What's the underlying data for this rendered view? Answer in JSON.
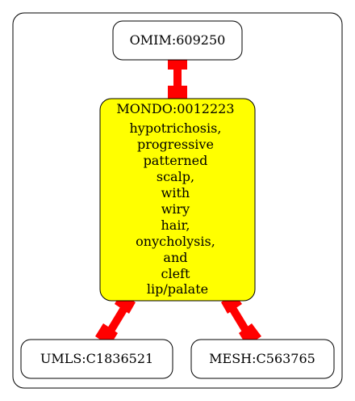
{
  "graph": {
    "top_node": {
      "label": "OMIM:609250"
    },
    "center_node": {
      "label_lines": [
        "MONDO:0012223",
        "hypotrichosis,",
        "progressive",
        "patterned",
        "scalp,",
        "with",
        "wiry",
        "hair,",
        "onycholysis,",
        "and",
        "cleft",
        "lip/palate"
      ],
      "fill": "#ffff00"
    },
    "bottom_left_node": {
      "label": "UMLS:C1836521"
    },
    "bottom_right_node": {
      "label": "MESH:C563765"
    },
    "edge_color": "#ff0000"
  }
}
